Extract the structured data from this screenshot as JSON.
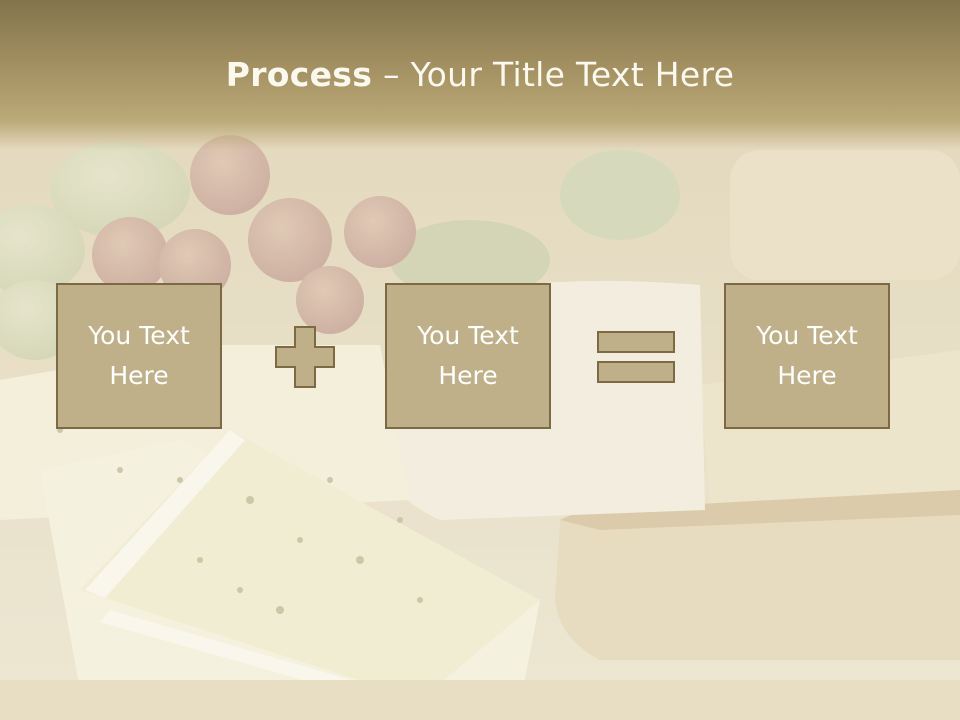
{
  "slide": {
    "title_bold": "Process",
    "title_separator": " – ",
    "title_rest": "Your Title Text Here"
  },
  "process": {
    "boxes": [
      {
        "text": "You Text\nHere"
      },
      {
        "text": "You Text\nHere"
      },
      {
        "text": "You Text\nHere"
      }
    ],
    "operators": [
      "plus-icon",
      "equals-icon"
    ]
  },
  "colors": {
    "title_band": "#8b7a52",
    "box_fill": "#bfb089",
    "box_border": "#7c6a45",
    "text": "#ffffff"
  }
}
